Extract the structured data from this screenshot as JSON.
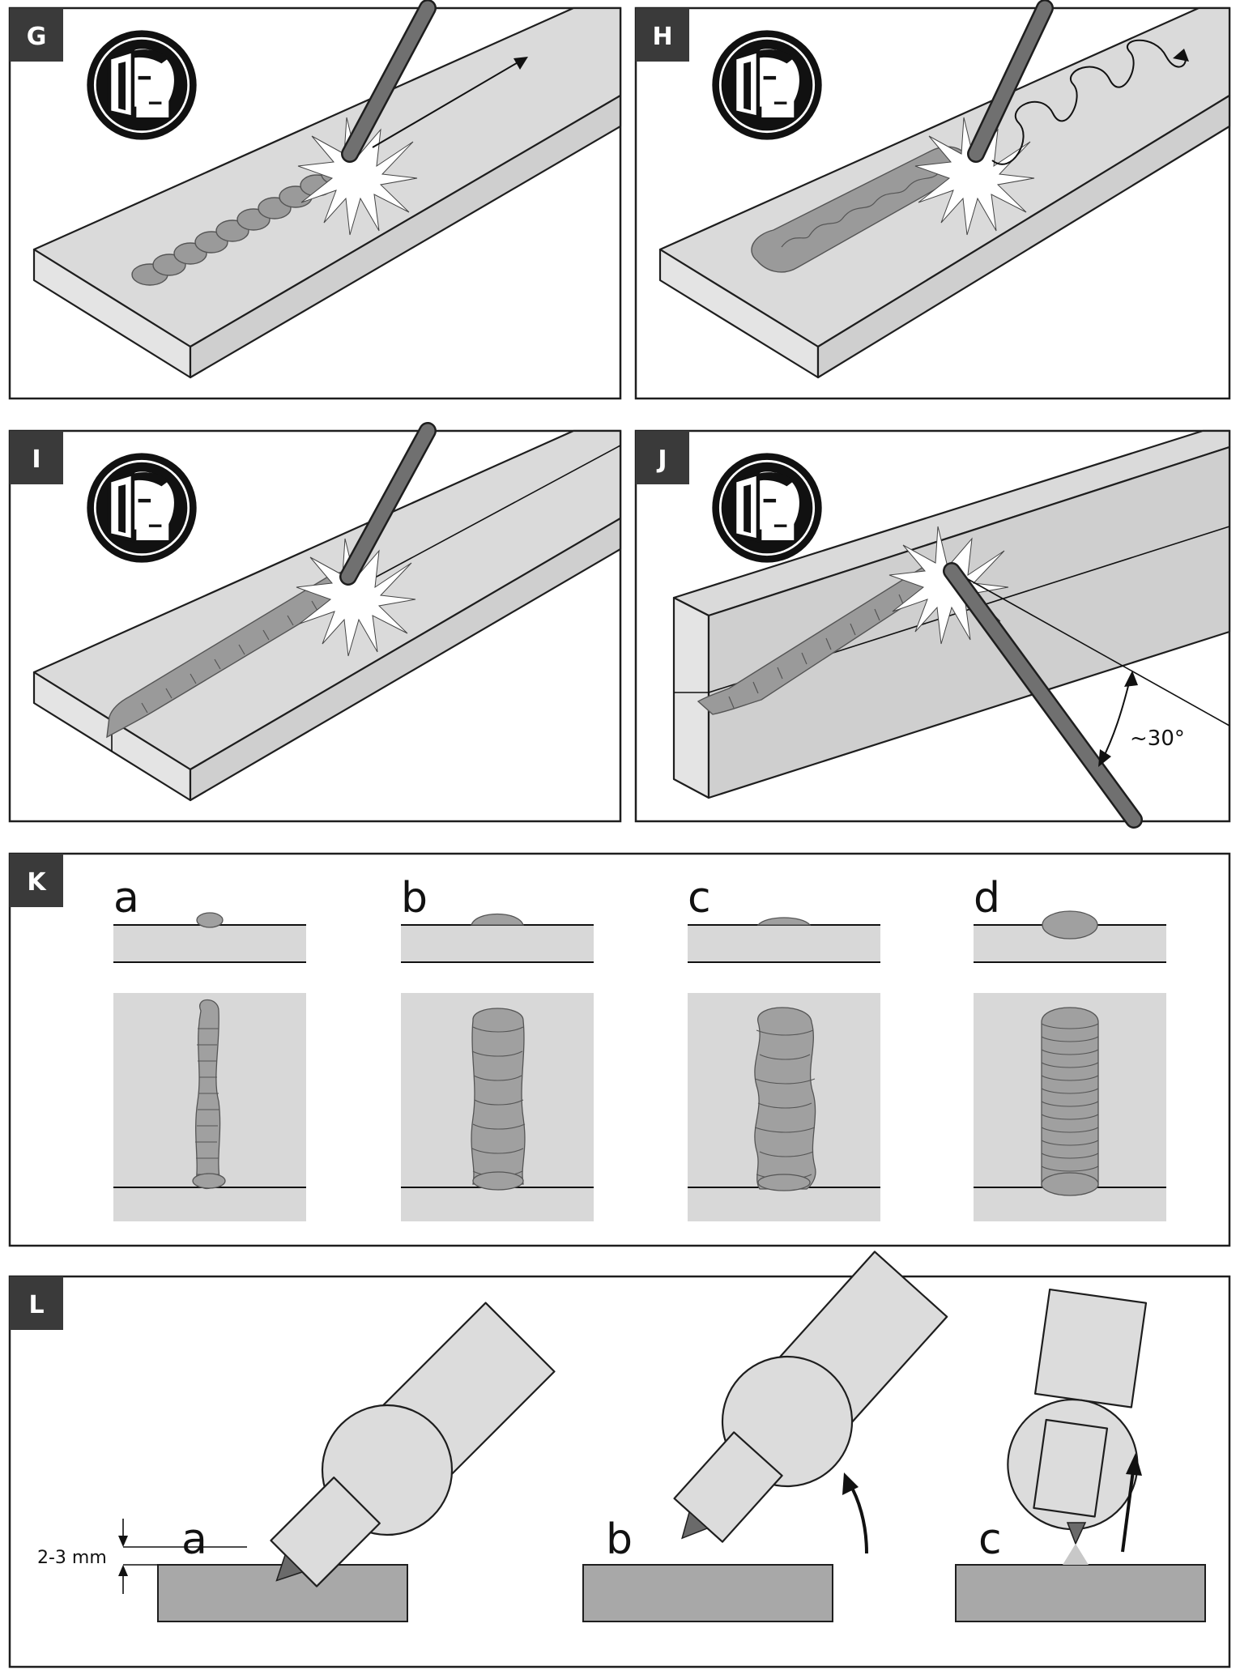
{
  "panels": [
    {
      "id": "G",
      "label": "G"
    },
    {
      "id": "H",
      "label": "H"
    },
    {
      "id": "I",
      "label": "I"
    },
    {
      "id": "J",
      "label": "J"
    },
    {
      "id": "K",
      "label": "K"
    },
    {
      "id": "L",
      "label": "L"
    }
  ],
  "icons": {
    "safety": "face-shield-icon"
  },
  "panel_j": {
    "angle_label": "~30°"
  },
  "panel_k": {
    "variants": [
      "a",
      "b",
      "c",
      "d"
    ]
  },
  "panel_l": {
    "steps": [
      "a",
      "b",
      "c"
    ],
    "gap_label": "2-3 mm"
  },
  "colors": {
    "badge": "#3a3a3a",
    "plate": "#dadada",
    "bead": "#9a9a9a",
    "rod": "#707070"
  }
}
